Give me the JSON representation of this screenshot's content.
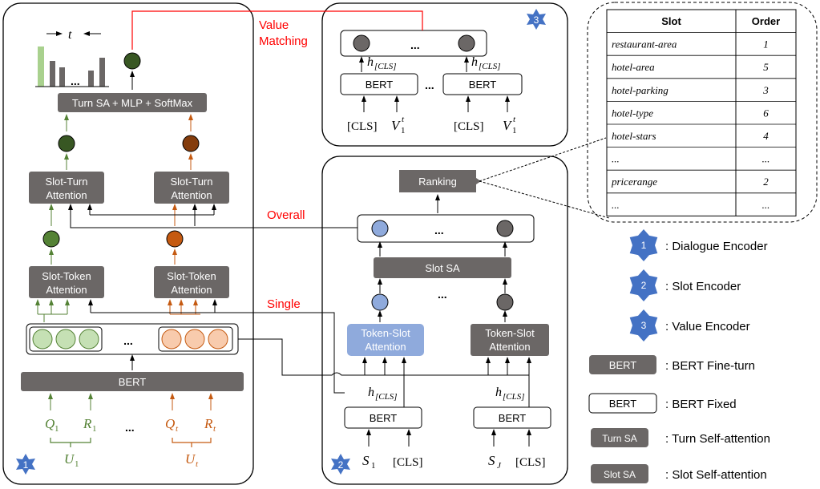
{
  "dialogue_encoder": {
    "t_label": "t",
    "ellipsis": "...",
    "turn_box": "Turn SA + MLP + SoftMax",
    "slot_turn_1_a": "Slot-Turn",
    "slot_turn_1_b": "Attention",
    "slot_turn_2_a": "Slot-Turn",
    "slot_turn_2_b": "Attention",
    "slot_token_1_a": "Slot-Token",
    "slot_token_1_b": "Attention",
    "slot_token_2_a": "Slot-Token",
    "slot_token_2_b": "Attention",
    "bert": "BERT",
    "q1": "Q",
    "q1_sub": "1",
    "r1": "R",
    "r1_sub": "1",
    "qt": "Q",
    "qt_sub": "t",
    "rt": "R",
    "rt_sub": "t",
    "u1": "U",
    "u1_sub": "1",
    "ut": "U",
    "ut_sub": "t",
    "mid_ellipsis": "...",
    "badge": "1"
  },
  "value_encoder": {
    "badge": "3",
    "h1": "h",
    "h1_sub": "[CLS]",
    "h2": "h",
    "h2_sub": "[CLS]",
    "bert1": "BERT",
    "bert2": "BERT",
    "cls1": "[CLS]",
    "cls2": "[CLS]",
    "v1": "V",
    "v1_sub": "1",
    "v1_sup": "t",
    "v2": "V",
    "v2_sub": "1",
    "v2_sup": "t",
    "ellipsis_top": "...",
    "ellipsis_mid": "..."
  },
  "slot_encoder": {
    "badge": "2",
    "ranking": "Ranking",
    "slot_sa": "Slot SA",
    "tsa1_a": "Token-Slot",
    "tsa1_b": "Attention",
    "tsa2_a": "Token-Slot",
    "tsa2_b": "Attention",
    "h1": "h",
    "h1_sub": "[CLS]",
    "h2": "h",
    "h2_sub": "[CLS]",
    "bert1": "BERT",
    "bert2": "BERT",
    "s1": "S",
    "s1_sub": "1",
    "sj": "S",
    "sj_sub": "J",
    "cls1": "[CLS]",
    "cls2": "[CLS]",
    "ellipsis_top": "...",
    "ellipsis_mid": "..."
  },
  "connections": {
    "value_matching_a": "Value",
    "value_matching_b": "Matching",
    "overall": "Overall",
    "single": "Single"
  },
  "slot_table": {
    "headers": [
      "Slot",
      "Order"
    ],
    "rows": [
      [
        "restaurant-area",
        "1"
      ],
      [
        "hotel-area",
        "5"
      ],
      [
        "hotel-parking",
        "3"
      ],
      [
        "hotel-type",
        "6"
      ],
      [
        "hotel-stars",
        "4"
      ],
      [
        "...",
        "..."
      ],
      [
        "pricerange",
        "2"
      ],
      [
        "...",
        "..."
      ]
    ]
  },
  "legend": {
    "items": [
      {
        "key": "1",
        "text": ": Dialogue Encoder"
      },
      {
        "key": "2",
        "text": ": Slot Encoder"
      },
      {
        "key": "3",
        "text": ": Value Encoder"
      },
      {
        "key": "BERT",
        "text": ": BERT Fine-turn"
      },
      {
        "key": "BERT",
        "text": ": BERT Fixed"
      },
      {
        "key": "Turn SA",
        "text": ": Turn Self-attention"
      },
      {
        "key": "Slot SA",
        "text": ": Slot Self-attention"
      }
    ]
  },
  "colors": {
    "dark_gray": "#6b6766",
    "dark_green": "#385723",
    "mid_green": "#548235",
    "light_green": "#c5e0b4",
    "dark_orange": "#843c0c",
    "orange": "#c55a11",
    "light_orange": "#f8cbad",
    "light_blue": "#8faadc",
    "badge_blue": "#4472c4",
    "red": "#ff0000",
    "arrow_green": "#548235",
    "arrow_orange": "#c55a11"
  }
}
